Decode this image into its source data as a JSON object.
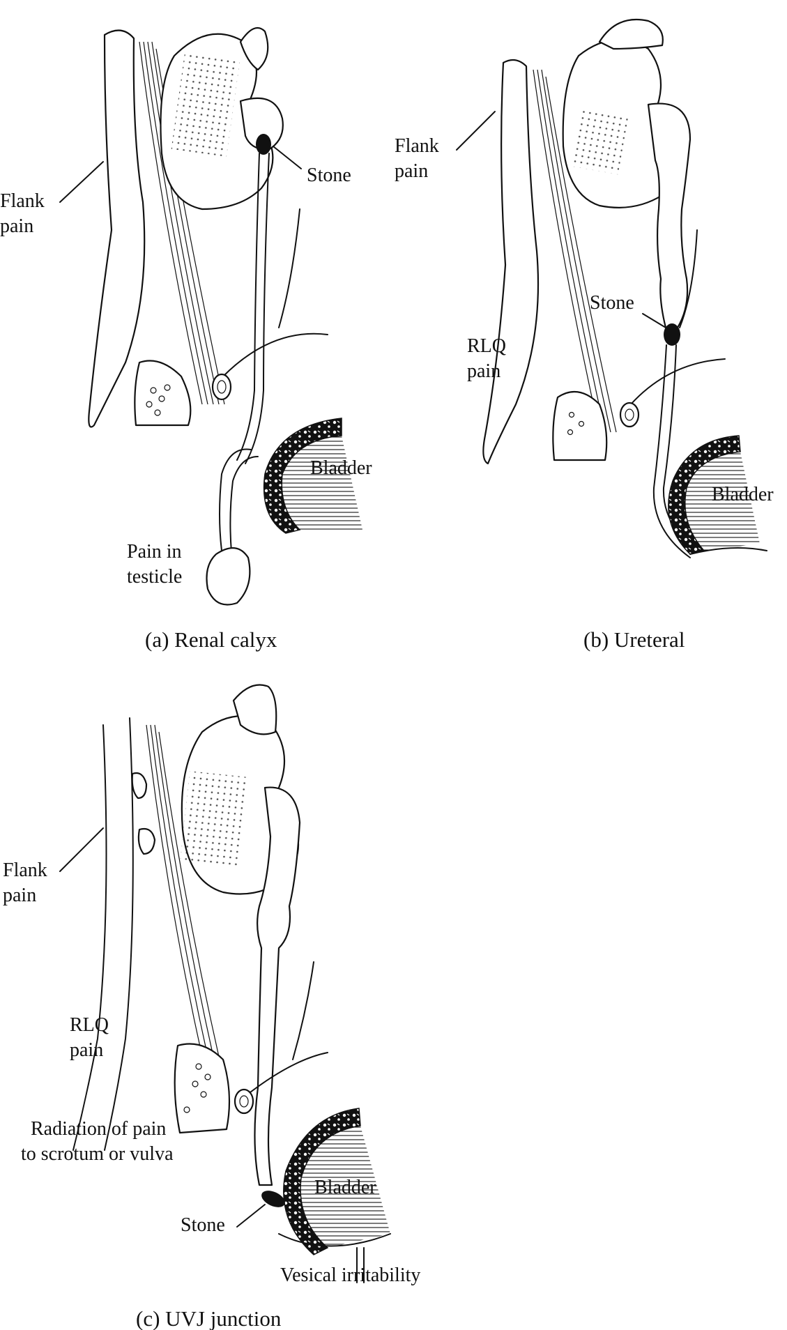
{
  "panels": [
    {
      "caption": "(a) Renal calyx",
      "labels": {
        "flank": [
          "Flank",
          "pain"
        ],
        "stone": "Stone",
        "bladder": "Bladder",
        "testicle": [
          "Pain in",
          "testicle"
        ]
      }
    },
    {
      "caption": "(b) Ureteral",
      "labels": {
        "flank": [
          "Flank",
          "pain"
        ],
        "stone": "Stone",
        "rlq": [
          "RLQ",
          "pain"
        ],
        "bladder": "Bladder"
      }
    },
    {
      "caption": "(c) UVJ junction",
      "labels": {
        "flank": [
          "Flank",
          "pain"
        ],
        "rlq": [
          "RLQ",
          "pain"
        ],
        "radiation": [
          "Radiation of pain",
          "to scrotum or vulva"
        ],
        "bladder": "Bladder",
        "stone": "Stone",
        "vesical": "Vesical irritability"
      }
    }
  ]
}
